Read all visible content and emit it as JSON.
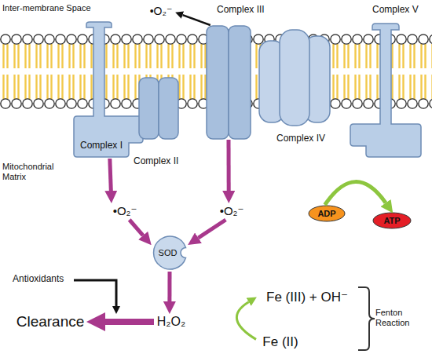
{
  "diagram": {
    "nodes": [
      {
        "text": [
          "Complex I"
        ]
      },
      {
        "text": [
          "Complex II"
        ]
      },
      {
        "text": [
          "Complex III"
        ]
      },
      {
        "text": [
          "Complex IV"
        ]
      },
      {
        "text": [
          "Complex V"
        ]
      },
      {
        "text": [
          "•O₂⁻"
        ]
      },
      {
        "text": [
          "•O₂⁻"
        ]
      },
      {
        "text": [
          "•O₂⁻"
        ]
      },
      {
        "text": [
          "SOD"
        ]
      },
      {
        "text": [
          "ADP"
        ]
      },
      {
        "text": [
          "ATP"
        ]
      },
      {
        "text": [
          "H₂O₂"
        ]
      },
      {
        "text": [
          "Clearance"
        ]
      },
      {
        "text": [
          "Fe (III) + OH⁻"
        ]
      },
      {
        "text": [
          "Fe (II)"
        ]
      }
    ],
    "edges": [
      {
        "from": 2,
        "to": 5,
        "arrow": "to"
      },
      {
        "from": 0,
        "to": 6,
        "arrow": "to"
      },
      {
        "from": 2,
        "to": 7,
        "arrow": "to"
      },
      {
        "from": 6,
        "to": 8,
        "arrow": "to"
      },
      {
        "from": 7,
        "to": 8,
        "arrow": "to"
      },
      {
        "from": 8,
        "to": 11,
        "arrow": "to"
      },
      {
        "from": 11,
        "to": 12,
        "arrow": "to"
      },
      {
        "from": 9,
        "to": 10,
        "arrow": "to"
      },
      {
        "from": 14,
        "to": 13,
        "arrow": "to"
      }
    ],
    "labels": [
      "Inter-membrane Space",
      "Mitochondrial Matrix",
      "Antioxidants",
      "Fenton Reaction"
    ]
  }
}
